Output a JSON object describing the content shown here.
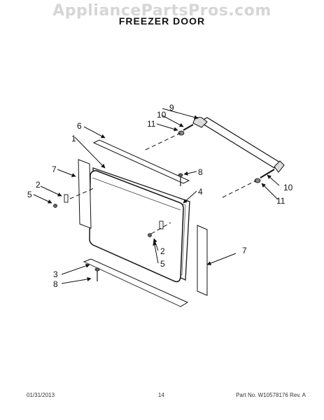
{
  "watermark": "AppliancePartsPros.com",
  "title": "FREEZER  DOOR",
  "callouts": {
    "c1": "1",
    "c2a": "2",
    "c2b": "2",
    "c3": "3",
    "c4": "4",
    "c5a": "5",
    "c5b": "5",
    "c6": "6",
    "c7a": "7",
    "c7b": "7",
    "c8a": "8",
    "c8b": "8",
    "c9": "9",
    "c10a": "10",
    "c10b": "10",
    "c11a": "11",
    "c11b": "11"
  },
  "footer": {
    "date": "01/31/2013",
    "page": "14",
    "part": "Part No.  W10578176  Rev.  A"
  }
}
